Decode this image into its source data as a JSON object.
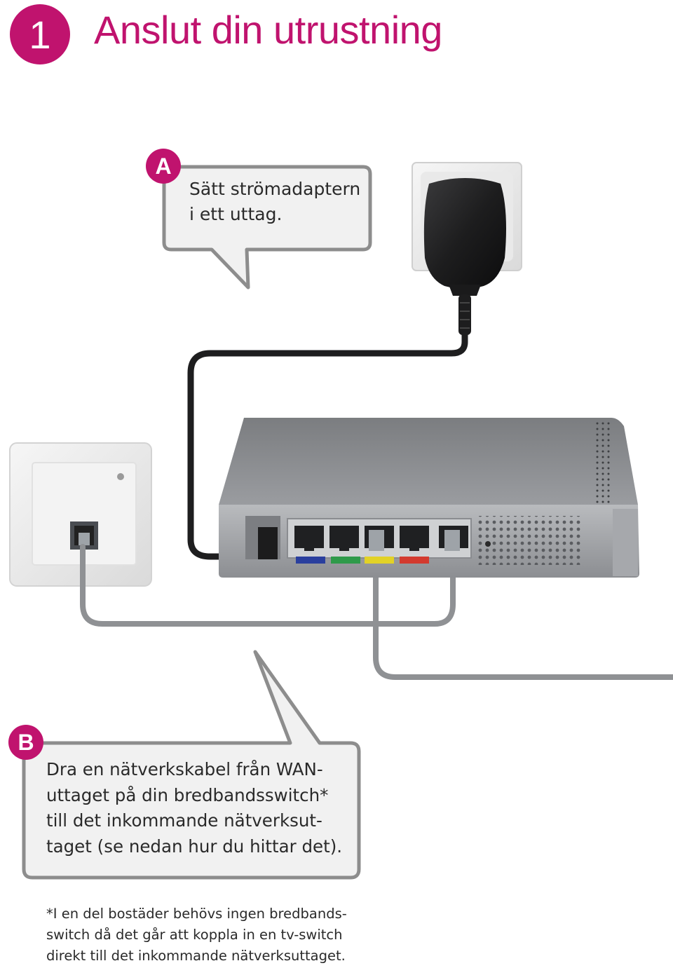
{
  "header": {
    "step_number": "1",
    "title": "Anslut din utrustning"
  },
  "callout_a": {
    "letter": "A",
    "lines": [
      "Sätt strömadaptern",
      "i ett uttag."
    ]
  },
  "callout_b": {
    "letter": "B",
    "lines": [
      "Dra en nätverkskabel från WAN-",
      "uttaget på din bredbandsswitch*",
      "till det inkommande nätverksut-",
      "taget (se nedan hur du hittar det)."
    ]
  },
  "footnote": {
    "lines": [
      "*I en del bostäder behövs ingen bredbands-",
      "switch då det går att koppla in en tv-switch",
      "direkt till det inkommande nätverksuttaget."
    ]
  },
  "colors": {
    "accent": "#c0136e",
    "callout_border": "#8d8d8d",
    "callout_fill": "#f1f1f1",
    "port_labels": [
      "#2a3f9e",
      "#2e9a4a",
      "#e2d226",
      "#d33a2e"
    ]
  }
}
